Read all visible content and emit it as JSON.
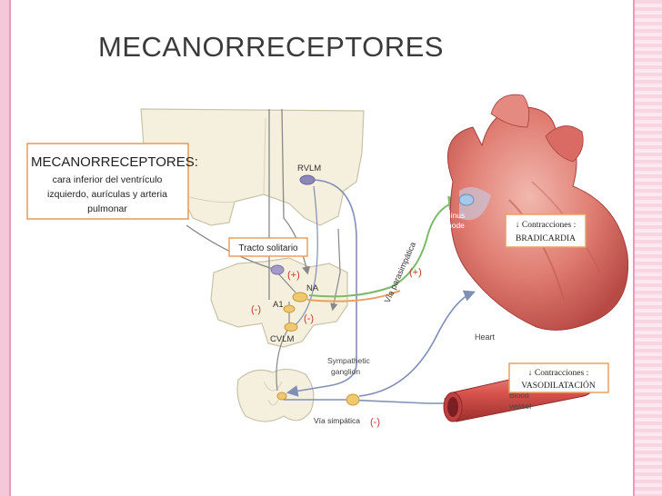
{
  "title": "MECANORRECEPTORES",
  "callout": {
    "heading": "MECANORRECEPTORES:",
    "line1": "cara inferior del ventrículo",
    "line2": "izquierdo, aurículas y arteria",
    "line3": "pulmonar"
  },
  "labels": {
    "rvlm": "RVLM",
    "tracto": "Tracto solitario",
    "na": "NA",
    "a1": "A1",
    "cvlm": "CVLM",
    "sinus1": "Sinus",
    "sinus2": "node",
    "heart": "Heart",
    "ganglion1": "Sympathetic",
    "ganglion2": "ganglion",
    "blood1": "Blood",
    "blood2": "vessel",
    "via_simpatica": "Vía simpática",
    "via_parasimpatica": "Vía parasimpática"
  },
  "signs": {
    "plus_na": "(+)",
    "minus_a1": "(-)",
    "minus_cvlm": "(-)",
    "plus_para": "(+)",
    "minus_simp": "(-)"
  },
  "boxes": {
    "brad1": "↓ Contracciones :",
    "brad2": "BRADICARDIA",
    "vaso1": "↓ Contracciones :",
    "vaso2": "VASODILATACIÓN"
  },
  "colors": {
    "accent_orange": "#e8a060",
    "sign_red": "#c0392b",
    "green_path": "#7dbb6a",
    "blue_path": "#7f8fb5"
  }
}
